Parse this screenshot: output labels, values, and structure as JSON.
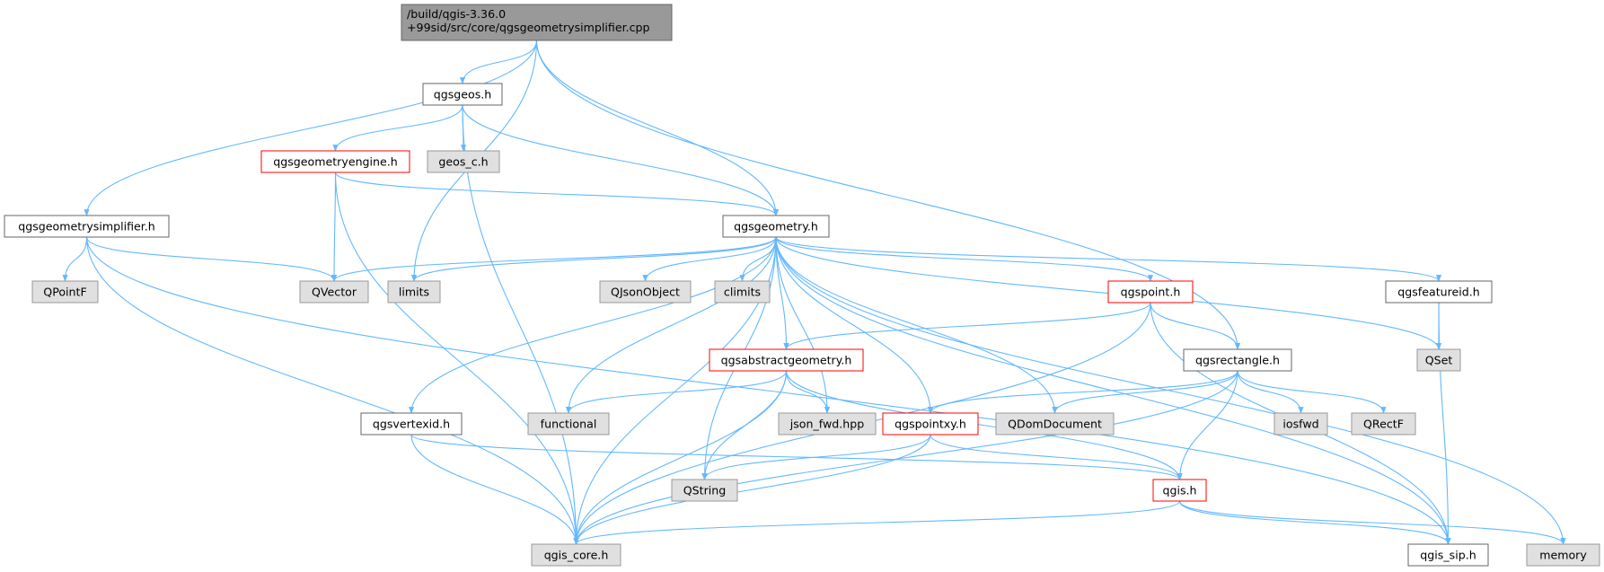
{
  "diagram": {
    "colors": {
      "edge": "#63b8ff",
      "root_fill": "#999999",
      "root_border": "#666666",
      "doc_fill": "#ffffff",
      "doc_border": "#666666",
      "red_border": "#ff0000",
      "ext_fill": "#e0e0e0",
      "ext_border": "#999999"
    },
    "nodes": [
      {
        "id": "root",
        "lines": [
          "/build/qgis-3.36.0",
          "+99sid/src/core/qgsgeometrysimplifier.cpp"
        ],
        "style": "root"
      },
      {
        "id": "qgsgeos_h",
        "lines": [
          "qgsgeos.h"
        ],
        "style": "doc"
      },
      {
        "id": "qgsgeometryengine_h",
        "lines": [
          "qgsgeometryengine.h"
        ],
        "style": "red"
      },
      {
        "id": "geos_c_h",
        "lines": [
          "geos_c.h"
        ],
        "style": "ext"
      },
      {
        "id": "qgsgeometrysimplifier_h",
        "lines": [
          "qgsgeometrysimplifier.h"
        ],
        "style": "doc"
      },
      {
        "id": "qgsgeometry_h",
        "lines": [
          "qgsgeometry.h"
        ],
        "style": "doc"
      },
      {
        "id": "QPointF",
        "lines": [
          "QPointF"
        ],
        "style": "ext"
      },
      {
        "id": "QVector",
        "lines": [
          "QVector"
        ],
        "style": "ext"
      },
      {
        "id": "limits",
        "lines": [
          "limits"
        ],
        "style": "ext"
      },
      {
        "id": "QJsonObject",
        "lines": [
          "QJsonObject"
        ],
        "style": "ext"
      },
      {
        "id": "climits",
        "lines": [
          "climits"
        ],
        "style": "ext"
      },
      {
        "id": "qgspoint_h",
        "lines": [
          "qgspoint.h"
        ],
        "style": "red"
      },
      {
        "id": "qgsfeatureid_h",
        "lines": [
          "qgsfeatureid.h"
        ],
        "style": "doc"
      },
      {
        "id": "QSet",
        "lines": [
          "QSet"
        ],
        "style": "ext"
      },
      {
        "id": "qgsabstractgeometry_h",
        "lines": [
          "qgsabstractgeometry.h"
        ],
        "style": "red"
      },
      {
        "id": "qgsrectangle_h",
        "lines": [
          "qgsrectangle.h"
        ],
        "style": "doc"
      },
      {
        "id": "qgsvertexid_h",
        "lines": [
          "qgsvertexid.h"
        ],
        "style": "doc"
      },
      {
        "id": "functional",
        "lines": [
          "functional"
        ],
        "style": "ext"
      },
      {
        "id": "json_fwd_hpp",
        "lines": [
          "json_fwd.hpp"
        ],
        "style": "ext"
      },
      {
        "id": "qgspointxy_h",
        "lines": [
          "qgspointxy.h"
        ],
        "style": "red"
      },
      {
        "id": "QDomDocument",
        "lines": [
          "QDomDocument"
        ],
        "style": "ext"
      },
      {
        "id": "iosfwd",
        "lines": [
          "iosfwd"
        ],
        "style": "ext"
      },
      {
        "id": "QRectF",
        "lines": [
          "QRectF"
        ],
        "style": "ext"
      },
      {
        "id": "QString",
        "lines": [
          "QString"
        ],
        "style": "ext"
      },
      {
        "id": "qgis_h",
        "lines": [
          "qgis.h"
        ],
        "style": "red"
      },
      {
        "id": "qgis_core_h",
        "lines": [
          "qgis_core.h"
        ],
        "style": "ext"
      },
      {
        "id": "qgis_sip_h",
        "lines": [
          "qgis_sip.h"
        ],
        "style": "doc"
      },
      {
        "id": "memory",
        "lines": [
          "memory"
        ],
        "style": "ext"
      }
    ],
    "edges": [
      [
        "root",
        "qgsgeos_h"
      ],
      [
        "root",
        "qgsgeometrysimplifier_h"
      ],
      [
        "root",
        "qgsgeometry_h"
      ],
      [
        "root",
        "limits"
      ],
      [
        "root",
        "qgsrectangle_h"
      ],
      [
        "qgsgeos_h",
        "qgsgeometryengine_h"
      ],
      [
        "qgsgeos_h",
        "geos_c_h"
      ],
      [
        "qgsgeos_h",
        "qgsgeometry_h"
      ],
      [
        "qgsgeos_h",
        "qgis_core_h"
      ],
      [
        "qgsgeometryengine_h",
        "qgsgeometry_h"
      ],
      [
        "qgsgeometryengine_h",
        "QVector"
      ],
      [
        "qgsgeometryengine_h",
        "qgis_core_h"
      ],
      [
        "qgsgeometrysimplifier_h",
        "QPointF"
      ],
      [
        "qgsgeometrysimplifier_h",
        "QVector"
      ],
      [
        "qgsgeometrysimplifier_h",
        "qgis_core_h"
      ],
      [
        "qgsgeometrysimplifier_h",
        "qgis_sip_h"
      ],
      [
        "qgsgeometry_h",
        "QVector"
      ],
      [
        "qgsgeometry_h",
        "limits"
      ],
      [
        "qgsgeometry_h",
        "QJsonObject"
      ],
      [
        "qgsgeometry_h",
        "climits"
      ],
      [
        "qgsgeometry_h",
        "qgspoint_h"
      ],
      [
        "qgsgeometry_h",
        "qgsfeatureid_h"
      ],
      [
        "qgsgeometry_h",
        "QSet"
      ],
      [
        "qgsgeometry_h",
        "memory"
      ],
      [
        "qgsgeometry_h",
        "qgsabstractgeometry_h"
      ],
      [
        "qgsgeometry_h",
        "qgsvertexid_h"
      ],
      [
        "qgsgeometry_h",
        "functional"
      ],
      [
        "qgsgeometry_h",
        "json_fwd_hpp"
      ],
      [
        "qgsgeometry_h",
        "qgspointxy_h"
      ],
      [
        "qgsgeometry_h",
        "QDomDocument"
      ],
      [
        "qgsgeometry_h",
        "QString"
      ],
      [
        "qgsgeometry_h",
        "qgis_core_h"
      ],
      [
        "qgsgeometry_h",
        "qgis_sip_h"
      ],
      [
        "qgspoint_h",
        "qgsabstractgeometry_h"
      ],
      [
        "qgspoint_h",
        "qgsrectangle_h"
      ],
      [
        "qgspoint_h",
        "qgis_core_h"
      ],
      [
        "qgspoint_h",
        "qgis_sip_h"
      ],
      [
        "qgsfeatureid_h",
        "QSet"
      ],
      [
        "qgsfeatureid_h",
        "qgis_sip_h"
      ],
      [
        "qgsabstractgeometry_h",
        "functional"
      ],
      [
        "qgsabstractgeometry_h",
        "json_fwd_hpp"
      ],
      [
        "qgsabstractgeometry_h",
        "QString"
      ],
      [
        "qgsabstractgeometry_h",
        "qgis_h"
      ],
      [
        "qgsabstractgeometry_h",
        "qgis_core_h"
      ],
      [
        "qgsrectangle_h",
        "qgspointxy_h"
      ],
      [
        "qgsrectangle_h",
        "QDomDocument"
      ],
      [
        "qgsrectangle_h",
        "iosfwd"
      ],
      [
        "qgsrectangle_h",
        "QRectF"
      ],
      [
        "qgsrectangle_h",
        "qgis_h"
      ],
      [
        "qgsrectangle_h",
        "qgis_core_h"
      ],
      [
        "qgsvertexid_h",
        "qgis_h"
      ],
      [
        "qgsvertexid_h",
        "qgis_core_h"
      ],
      [
        "qgspointxy_h",
        "QString"
      ],
      [
        "qgspointxy_h",
        "qgis_h"
      ],
      [
        "qgspointxy_h",
        "qgis_core_h"
      ],
      [
        "qgis_h",
        "qgis_core_h"
      ],
      [
        "qgis_h",
        "qgis_sip_h"
      ],
      [
        "qgis_h",
        "memory"
      ]
    ]
  }
}
